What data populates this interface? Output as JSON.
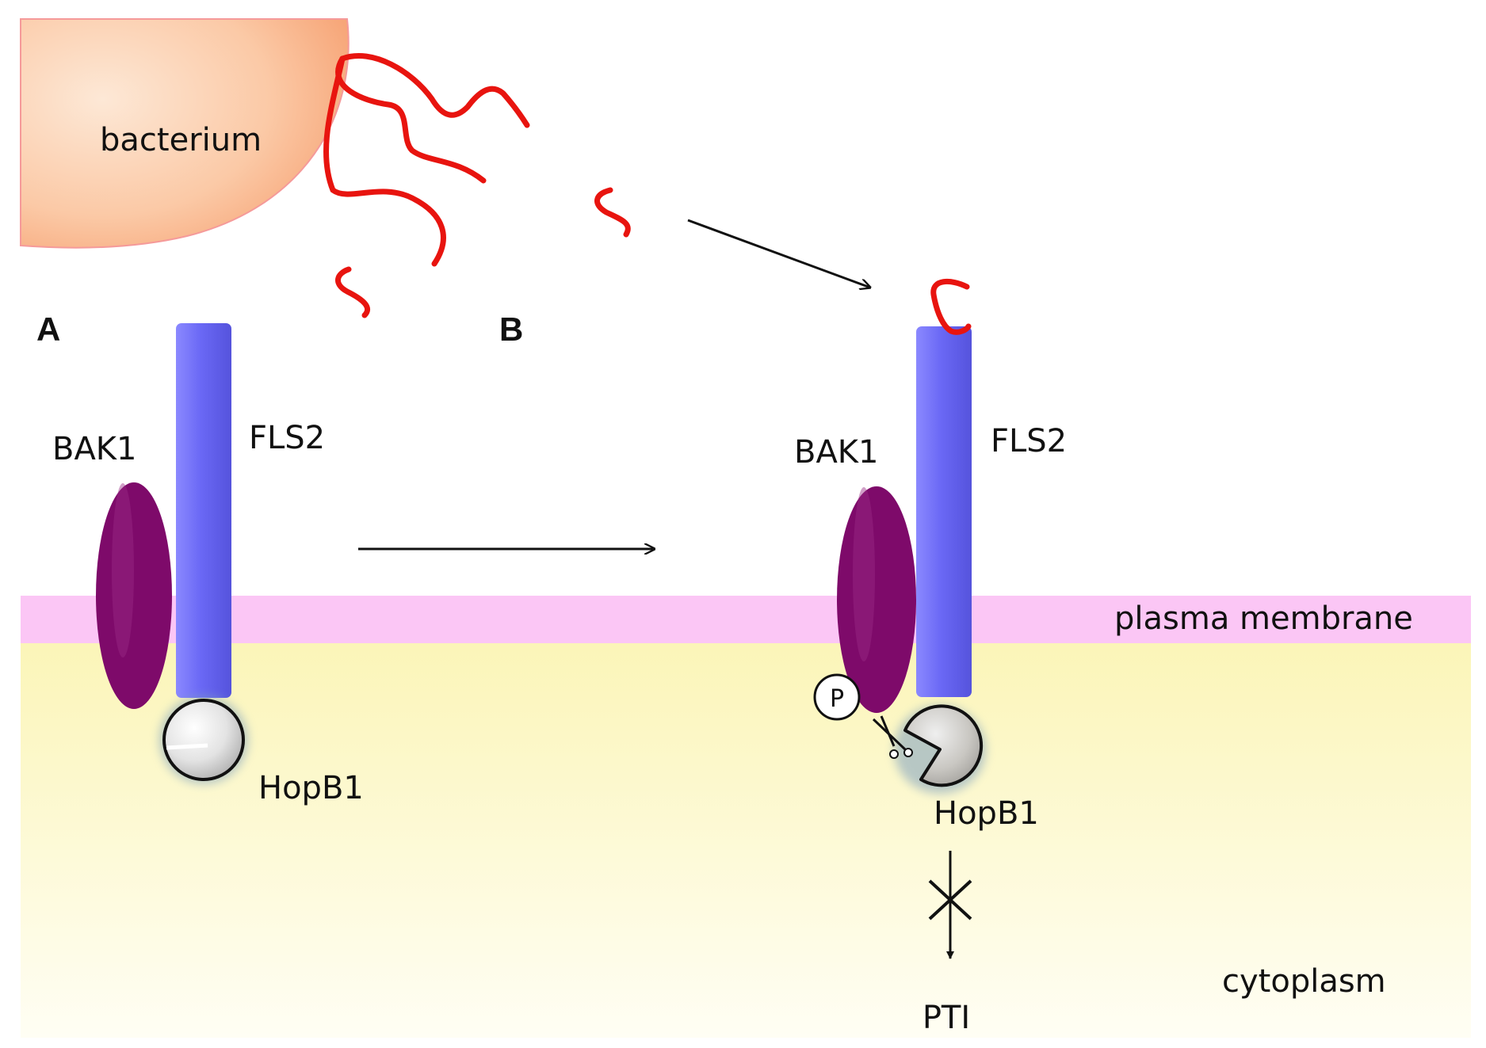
{
  "labels": {
    "bacterium": "bacterium",
    "panel_a": "A",
    "panel_b": "B",
    "bak1_a": "BAK1",
    "fls2_a": "FLS2",
    "hopb1_a": "HopB1",
    "bak1_b": "BAK1",
    "fls2_b": "FLS2",
    "hopb1_b": "HopB1",
    "phospho": "P",
    "plasma_membrane": "plasma membrane",
    "cytoplasm": "cytoplasm",
    "pti": "PTI"
  },
  "colors": {
    "bacterium_light": "#fde3cf",
    "bacterium_dark": "#f7a77a",
    "flagellin": "#e8140f",
    "fls2": "#6e6cf7",
    "bak1": "#7e0a6a",
    "membrane": "#fbc6f5",
    "cytoplasm_top": "#fbf5b8",
    "cytoplasm_bottom": "#fffef4",
    "hopb1": "#d8d8d8",
    "arrow": "#111111"
  }
}
